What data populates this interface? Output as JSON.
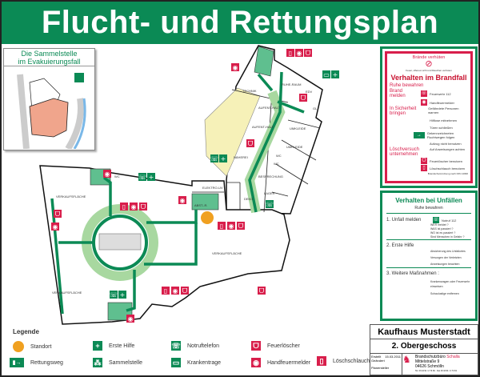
{
  "title": "Flucht- und Rettungsplan",
  "inset": {
    "title_line1": "Die Sammelstelle",
    "title_line2": "im Evakuierungsfall"
  },
  "rooms": [
    "TECHNIK",
    "RUHE-RAUM",
    "EDV",
    "GL",
    "AUFENT-HALT",
    "AUFENT-HALT",
    "UMKLEIDE",
    "UMKLEIDE",
    "WC",
    "WC",
    "NÄHEREI",
    "BESPRECHUNG",
    "ELEKTRO-UV",
    "DEKO",
    "LAGER",
    "ABST.-R.",
    "WC",
    "VERKAUFSFLÄCHE",
    "VERKAUFSFLÄCHE",
    "VERKAUFSFLÄCHE"
  ],
  "fire": {
    "prevent": "Brände verhüten",
    "prevent_note": "Feuer, offenes Licht und Rauchen verboten",
    "title": "Verhalten im Brandfall",
    "s1": "Ruhe bewahren",
    "s2": "Brand melden",
    "s2_items": [
      "Feuerwehr 112",
      "Handfeuermelder"
    ],
    "s3_1": "In Sicherheit",
    "s3_2": "bringen",
    "s3_items": [
      "Gefährdete Personen warnen",
      "Hilflose mitnehmen",
      "Türen schließen",
      "Gekennzeichneten Fluchtwegen folgen",
      "Aufzug nicht benutzen",
      "Auf Anweisungen achten"
    ],
    "s4_1": "Löschversuch",
    "s4_2": "unternehmen",
    "s4_items": [
      "Feuerlöscher benutzen",
      "Löschschlauch benutzen"
    ],
    "footer": "Brandschutzordnung nach DIN 14096"
  },
  "accident": {
    "title": "Verhalten bei Unfällen",
    "sub": "Ruhe bewahren",
    "step1": "1. Unfall melden",
    "step1_call": "Notruf 112",
    "step1_notes": [
      "WER meldet ?",
      "WAS ist passiert ?",
      "WO ist es passiert ?",
      "Sind Menschen in Gefahr ?"
    ],
    "step2": "2. Erste Hilfe",
    "step2_notes": [
      "Absicherung des Unfallortes",
      "Versorgen der Verletzten",
      "Anweisungen beachten"
    ],
    "step3": "3. Weitere Maßnahmen :",
    "step3_notes": [
      "Krankenwagen oder Feuerwehr einweisen",
      "Schaulustige entfernen"
    ]
  },
  "legend": {
    "title": "Legende",
    "items": [
      "Standort",
      "Erste Hilfe",
      "Notruftelefon",
      "Feuerlöscher",
      "Rettungsweg",
      "Sammelstelle",
      "Krankentrage",
      "Handfeuermelder",
      "Löschschlauch"
    ]
  },
  "titleblock": {
    "building": "Kaufhaus Musterstadt",
    "floor": "2. Obergeschoss",
    "meta": [
      "Erstellt",
      "15.03.2011",
      "Geändert",
      "Planersteller"
    ],
    "company": "Brandschutzbüro",
    "company_accent": "Schalla",
    "street": "Mittelstraße 9",
    "city": "04626 Schmölln",
    "contact": "Tel. 03 44 91 / 2 74 60 · Fax 03 44 91 / 2 74 61"
  },
  "colors": {
    "green": "#0b8a55",
    "light_green": "#a8d8a0",
    "red": "#d81e4b",
    "standort": "#f0a020",
    "yellow_area": "#f6f1b8",
    "building_highlight": "#f0a58c"
  }
}
